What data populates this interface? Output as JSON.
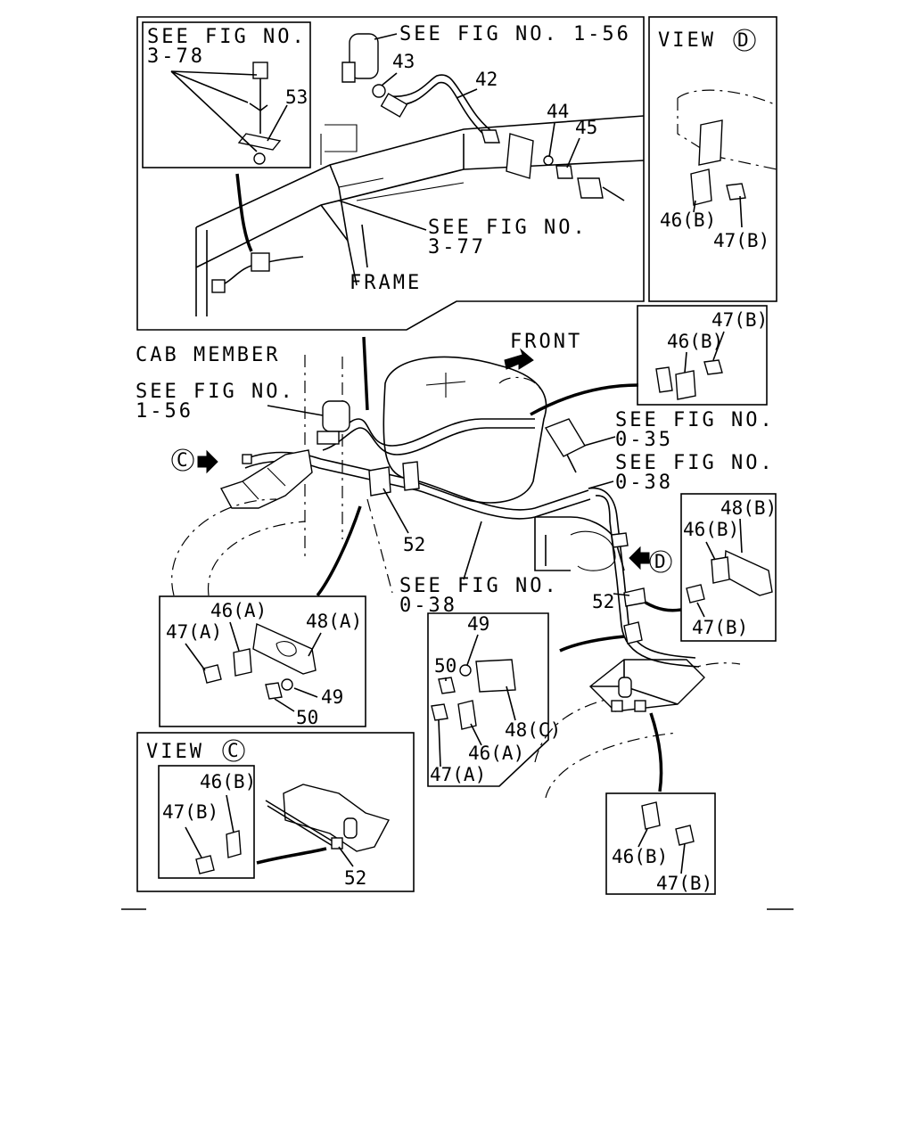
{
  "labels": {
    "see_fig_3_78_a": "SEE FIG NO.",
    "see_fig_3_78_b": "3-78",
    "see_fig_1_56_top": "SEE FIG NO. 1-56",
    "see_fig_3_77_a": "SEE FIG NO.",
    "see_fig_3_77_b": "3-77",
    "frame": "FRAME",
    "view_d": "VIEW",
    "view_d_mark": "D",
    "front": "FRONT",
    "cab_member": "CAB MEMBER",
    "see_fig_1_56_mid_a": "SEE FIG NO.",
    "see_fig_1_56_mid_b": "1-56",
    "see_fig_0_35_a": "SEE FIG NO.",
    "see_fig_0_35_b": "0-35",
    "see_fig_0_38_right_a": "SEE FIG NO.",
    "see_fig_0_38_right_b": "0-38",
    "see_fig_0_38_bottom_a": "SEE FIG NO.",
    "see_fig_0_38_bottom_b": "0-38",
    "view_c": "VIEW",
    "view_c_mark": "C",
    "arrow_c_mark": "C",
    "arrow_d_mark": "D"
  },
  "parts": {
    "p42": "42",
    "p43": "43",
    "p44": "44",
    "p45": "45",
    "p53": "53",
    "vd_46b": "46(B)",
    "vd_47b": "47(B)",
    "ins1_47b": "47(B)",
    "ins1_46b": "46(B)",
    "ins2_48b": "48(B)",
    "ins2_46b": "46(B)",
    "ins2_47b": "47(B)",
    "main_52a": "52",
    "main_52b": "52",
    "insa_46a": "46(A)",
    "insa_47a": "47(A)",
    "insa_48a": "48(A)",
    "insa_49": "49",
    "insa_50": "50",
    "insb_50": "50",
    "insb_49": "49",
    "insb_48c": "48(C)",
    "insb_46a": "46(A)",
    "insb_47a": "47(A)",
    "vc_46b": "46(B)",
    "vc_47b": "47(B)",
    "vc_52": "52",
    "insc_46b": "46(B)",
    "insc_47b": "47(B)"
  }
}
